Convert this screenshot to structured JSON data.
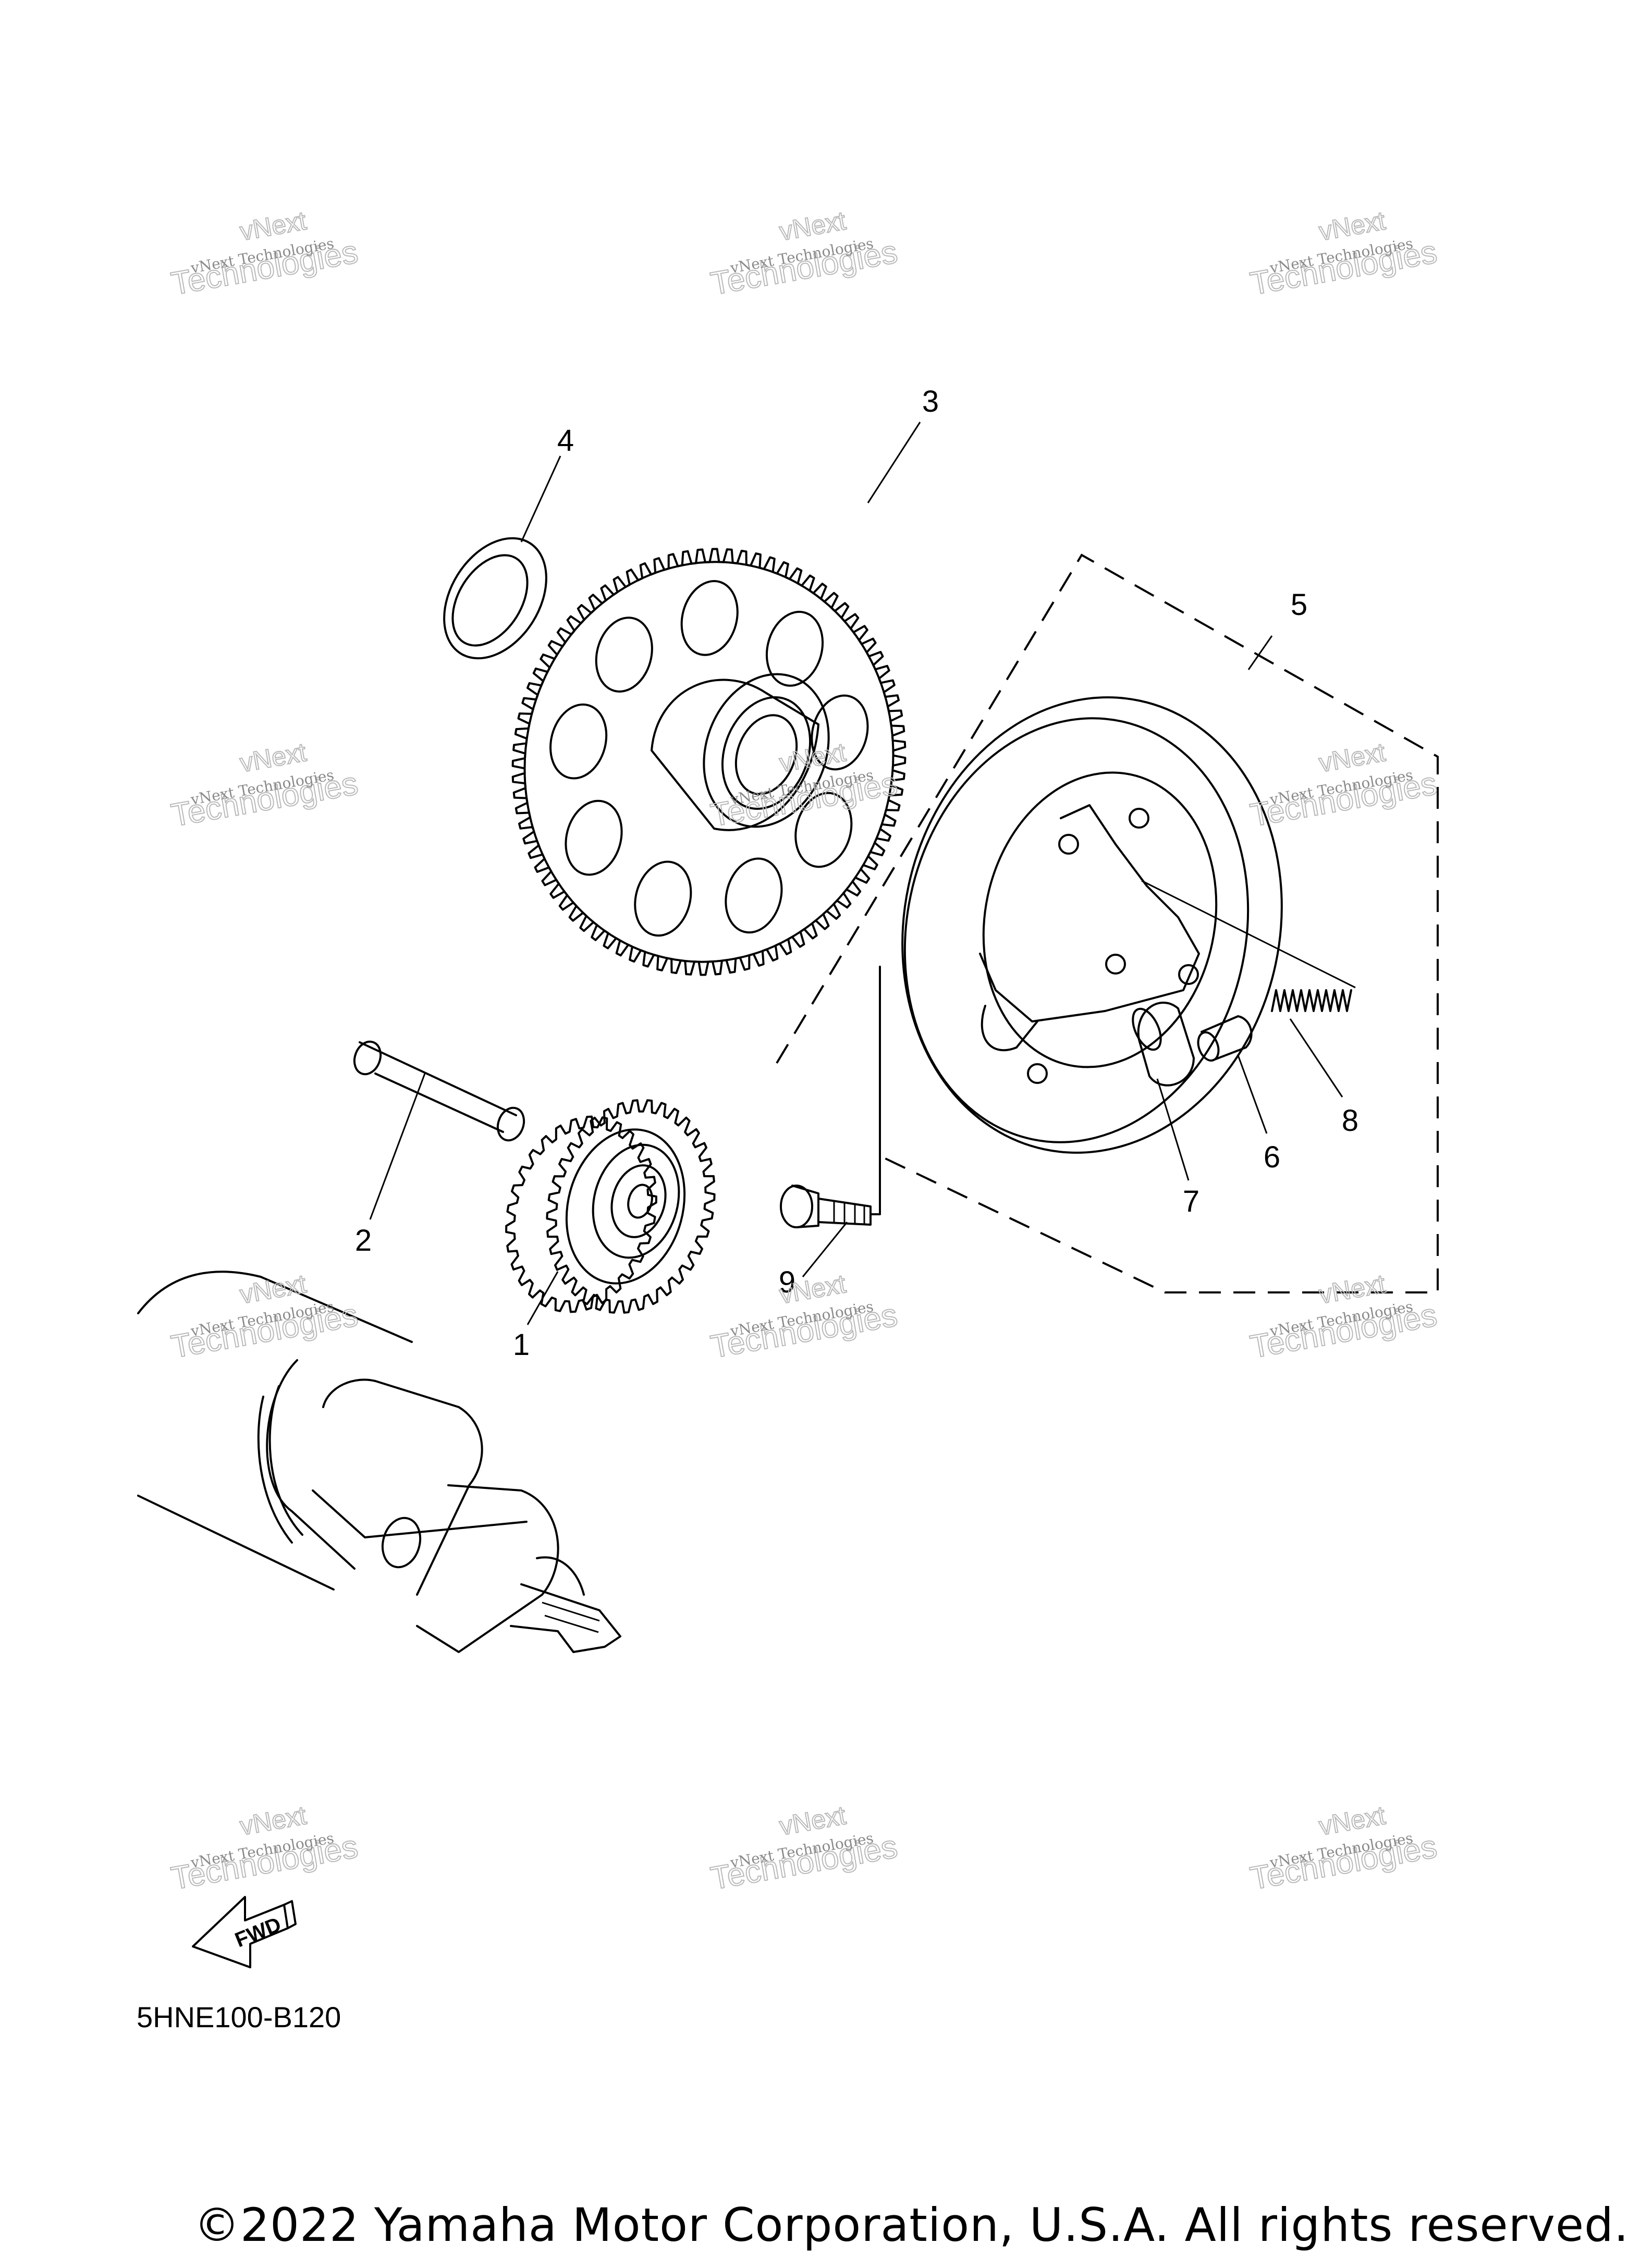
{
  "diagram": {
    "callouts": [
      {
        "id": "1",
        "label": "1",
        "part": "gear-1"
      },
      {
        "id": "2",
        "label": "2",
        "part": "pin-shaft"
      },
      {
        "id": "3",
        "label": "3",
        "part": "large-gear"
      },
      {
        "id": "4",
        "label": "4",
        "part": "washer"
      },
      {
        "id": "5",
        "label": "5",
        "part": "one-way-clutch-assembly"
      },
      {
        "id": "6",
        "label": "6",
        "part": "plunger"
      },
      {
        "id": "7",
        "label": "7",
        "part": "roller"
      },
      {
        "id": "8",
        "label": "8",
        "part": "spring"
      },
      {
        "id": "9",
        "label": "9",
        "part": "bolt"
      }
    ],
    "fwd_label": "FWD",
    "diagram_code": "5HNE100-B120",
    "copyright": "©2022 Yamaha Motor Corporation, U.S.A. All rights reserved.",
    "watermark": {
      "line1": "vNext Technologies",
      "line2": "vNext",
      "line3": "Technologies"
    }
  }
}
